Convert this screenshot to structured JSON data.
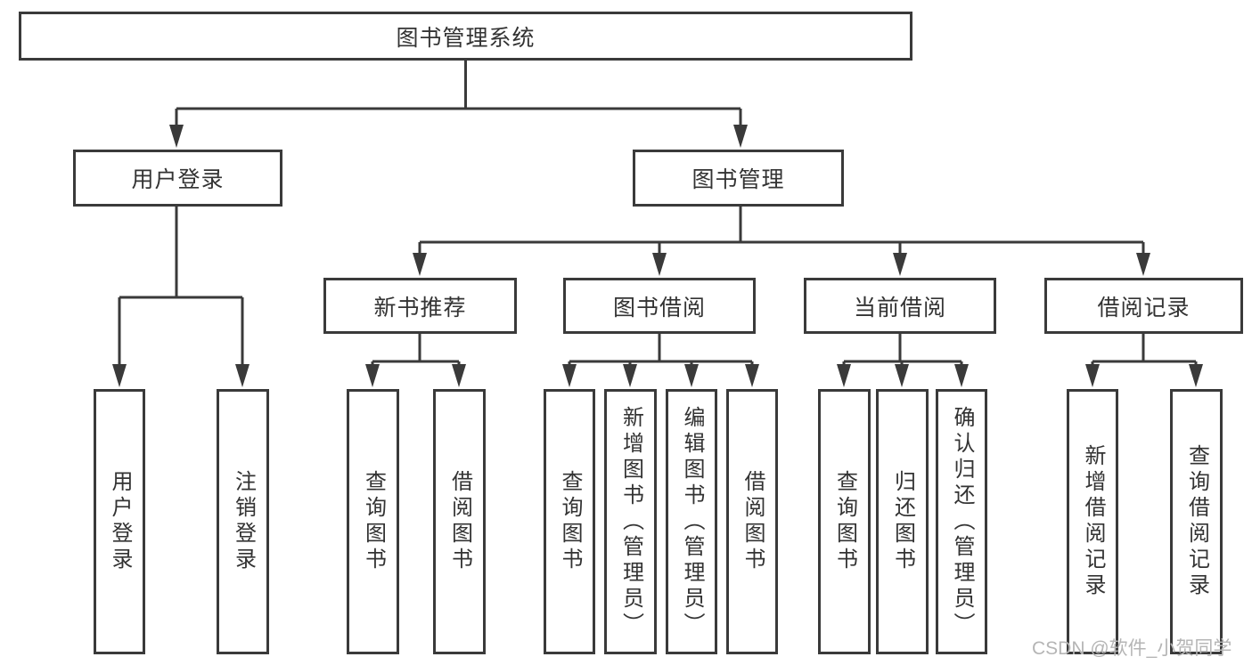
{
  "diagram": {
    "type": "tree",
    "root": {
      "label": "图书管理系统"
    },
    "branches": [
      {
        "label": "用户登录",
        "children": [
          {
            "label": "用户登录"
          },
          {
            "label": "注销登录"
          }
        ]
      },
      {
        "label": "图书管理",
        "children": [
          {
            "label": "新书推荐",
            "children": [
              {
                "label": "查询图书"
              },
              {
                "label": "借阅图书"
              }
            ]
          },
          {
            "label": "图书借阅",
            "children": [
              {
                "label": "查询图书"
              },
              {
                "label": "新增图书（管理员）"
              },
              {
                "label": "编辑图书（管理员）"
              },
              {
                "label": "借阅图书"
              }
            ]
          },
          {
            "label": "当前借阅",
            "children": [
              {
                "label": "查询图书"
              },
              {
                "label": "归还图书"
              },
              {
                "label": "确认归还（管理员）"
              }
            ]
          },
          {
            "label": "借阅记录",
            "children": [
              {
                "label": "新增借阅记录"
              },
              {
                "label": "查询借阅记录"
              }
            ]
          }
        ]
      }
    ],
    "colors": {
      "border": "#3a3a3a",
      "line": "#3a3a3a",
      "text": "#333333",
      "fill": "#ffffff"
    }
  },
  "watermark": {
    "text": "CSDN @软件_小贺同学",
    "color": "#b5b5b5"
  }
}
